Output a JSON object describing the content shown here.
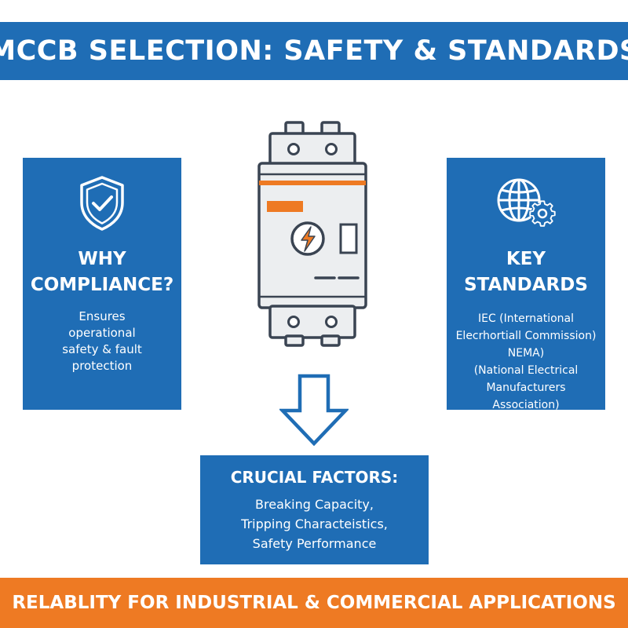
{
  "title": "MCCB SELECTION: SAFETY & STANDARDS",
  "left_panel": {
    "icon": "shield-check-icon",
    "heading_line1": "WHY",
    "heading_line2": "COMPLIANCE?",
    "body_lines": [
      "Ensures",
      "operational",
      "safety & fault",
      "protection"
    ]
  },
  "right_panel": {
    "icon": "globe-gear-icon",
    "heading_line1": "KEY",
    "heading_line2": "STANDARDS",
    "body_lines": [
      "IEC (International",
      "Elecrhortiall Commission)",
      "NEMA)",
      "(National Electrical",
      "Manufacturers Association)"
    ]
  },
  "center_graphic": {
    "icon": "circuit-breaker-icon",
    "arrow_icon": "down-arrow-icon"
  },
  "bottom_panel": {
    "heading": "CRUCIAL FACTORS:",
    "body_lines": [
      "Breaking Capacity,",
      "Tripping Characteistics,",
      "Safety Performance"
    ]
  },
  "footer": "RELABLITY FOR INDUSTRIAL & COMMERCIAL APPLICATIONS",
  "colors": {
    "blue": "#1f6db5",
    "orange": "#ee7a23",
    "outline": "#3a4452",
    "light_gray": "#eceef0"
  }
}
